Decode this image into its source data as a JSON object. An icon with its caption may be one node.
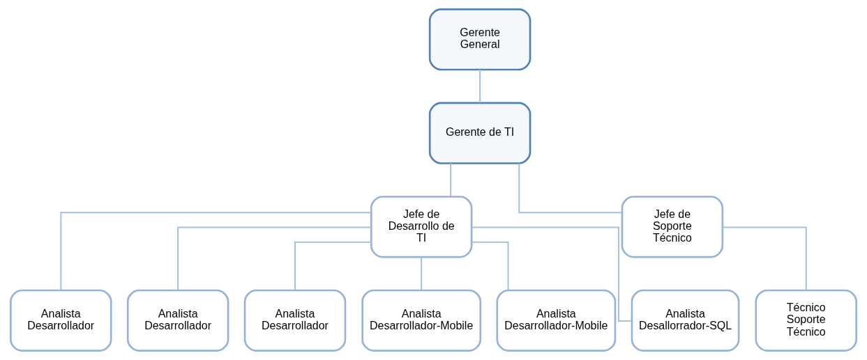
{
  "diagram": {
    "nodes": [
      {
        "text": [
          "Gerente General"
        ]
      },
      {
        "text": [
          "Gerente de TI"
        ]
      },
      {
        "text": [
          "Jefe de Desarrollo de TI"
        ]
      },
      {
        "text": [
          "Jefe de Soporte Técnico"
        ]
      },
      {
        "text": [
          "Analista Desarrollador"
        ]
      },
      {
        "text": [
          "Analista Desarrollador"
        ]
      },
      {
        "text": [
          "Analista Desarrollador"
        ]
      },
      {
        "text": [
          "Analista Desarrollador-Mobile"
        ]
      },
      {
        "text": [
          "Analista Desarrollador-Mobile"
        ]
      },
      {
        "text": [
          "Analista Desallorrador-SQL"
        ]
      },
      {
        "text": [
          "Técnico Soporte Técnico"
        ]
      }
    ],
    "edges": [
      {
        "from": 0,
        "to": 1,
        "arrow": "none"
      },
      {
        "from": 1,
        "to": 2,
        "arrow": "none"
      },
      {
        "from": 1,
        "to": 3,
        "arrow": "none"
      },
      {
        "from": 2,
        "to": 4,
        "arrow": "none"
      },
      {
        "from": 2,
        "to": 5,
        "arrow": "none"
      },
      {
        "from": 2,
        "to": 6,
        "arrow": "none"
      },
      {
        "from": 2,
        "to": 7,
        "arrow": "none"
      },
      {
        "from": 2,
        "to": 8,
        "arrow": "none"
      },
      {
        "from": 2,
        "to": 9,
        "arrow": "none"
      },
      {
        "from": 3,
        "to": 10,
        "arrow": "none"
      }
    ]
  }
}
